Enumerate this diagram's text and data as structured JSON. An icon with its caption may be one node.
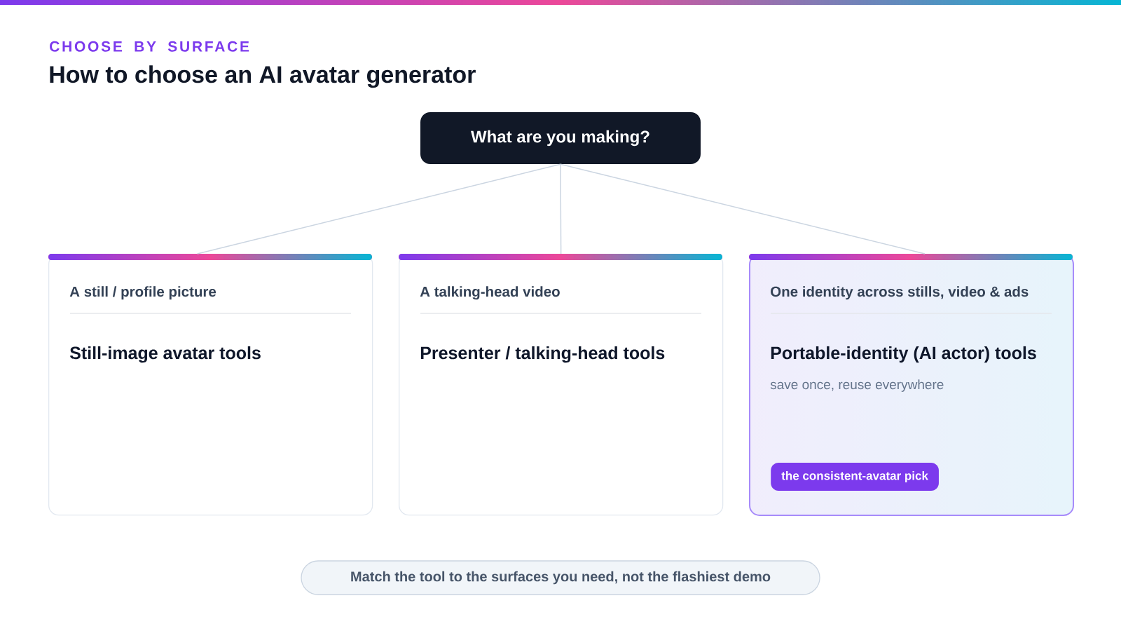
{
  "diagram": {
    "title": "How to choose an AI avatar generator",
    "nodes": [
      {
        "text": [
          "What are you making?"
        ]
      },
      {
        "text": [
          "A still / profile picture",
          "Still-image avatar tools"
        ]
      },
      {
        "text": [
          "A talking-head video",
          "Presenter / talking-head tools"
        ]
      },
      {
        "text": [
          "One identity across stills, video & ads",
          "Portable-identity (AI actor) tools",
          "save once, reuse everywhere"
        ]
      },
      {
        "text": [
          "the consistent-avatar pick"
        ],
        "in": 3
      },
      {
        "text": [
          "Match the tool to the surfaces you need, not the flashiest demo"
        ]
      }
    ],
    "edges": [
      {
        "from": 0,
        "to": 1,
        "arrow": "none"
      },
      {
        "from": 0,
        "to": 2,
        "arrow": "none"
      },
      {
        "from": 0,
        "to": 3,
        "arrow": "none"
      }
    ],
    "labels": [
      "CHOOSE BY SURFACE"
    ]
  }
}
